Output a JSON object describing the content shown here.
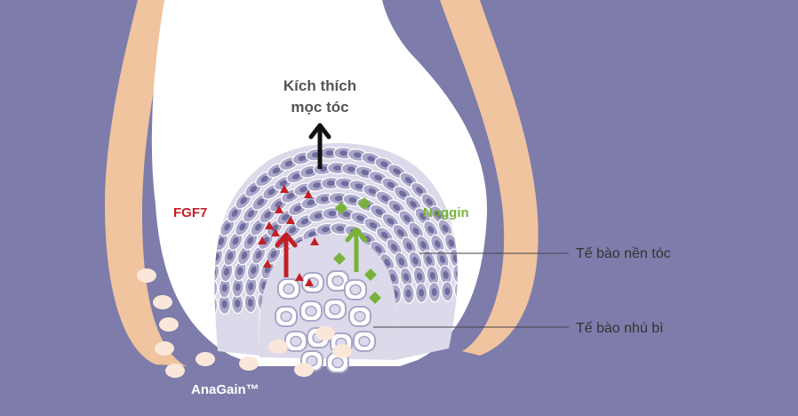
{
  "labels": {
    "stimulus_line1": "Kích thích",
    "stimulus_line2": "mọc tóc",
    "fgf7": "FGF7",
    "noggin": "Noggin",
    "matrix_cells": "Tế bào nền tóc",
    "papilla_cells": "Tế bào nhú bì",
    "brand": "AnaGain™"
  },
  "colors": {
    "background": "#7d7cab",
    "follicle_interior": "#ffffff",
    "follicle_sheath": "#efc49e",
    "matrix_layer": "#dcdaea",
    "matrix_cell": "#a9a6c8",
    "matrix_nucleus": "#6f6c9e",
    "papilla_cell": "#ffffff",
    "fgf7": "#c21f24",
    "noggin": "#79b23a",
    "stimulus_arrow": "#111111",
    "label_text": "#333333",
    "brand_particle": "#fbe7d9"
  },
  "icons": {
    "fgf7_marker": "triangle",
    "noggin_marker": "diamond",
    "signal": "up-arrow"
  }
}
